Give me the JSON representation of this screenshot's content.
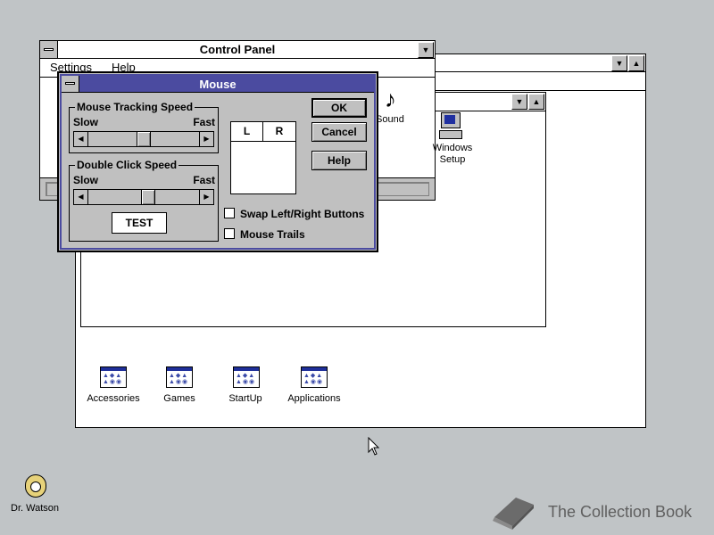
{
  "program_manager": {
    "group_icons": [
      {
        "label": "Accessories"
      },
      {
        "label": "Games"
      },
      {
        "label": "StartUp"
      },
      {
        "label": "Applications"
      }
    ]
  },
  "control_panel": {
    "title": "Control Panel",
    "menu": [
      "Settings",
      "Help"
    ],
    "icons": [
      {
        "label": "Sound"
      },
      {
        "label": "Windows\nSetup"
      }
    ]
  },
  "mouse_dialog": {
    "title": "Mouse",
    "tracking": {
      "label": "Mouse Tracking Speed",
      "slow": "Slow",
      "fast": "Fast",
      "level": 0.5
    },
    "double_click": {
      "label": "Double Click Speed",
      "slow": "Slow",
      "fast": "Fast",
      "level": 0.55
    },
    "test_label": "TEST",
    "buttons_diagram": {
      "left": "L",
      "right": "R"
    },
    "ok_label": "OK",
    "cancel_label": "Cancel",
    "help_label": "Help",
    "swap_label": "Swap Left/Right Buttons",
    "swap_checked": false,
    "trails_label": "Mouse Trails",
    "trails_checked": false
  },
  "desktop": {
    "dr_watson_label": "Dr. Watson",
    "watermark": "The Collection Book"
  }
}
